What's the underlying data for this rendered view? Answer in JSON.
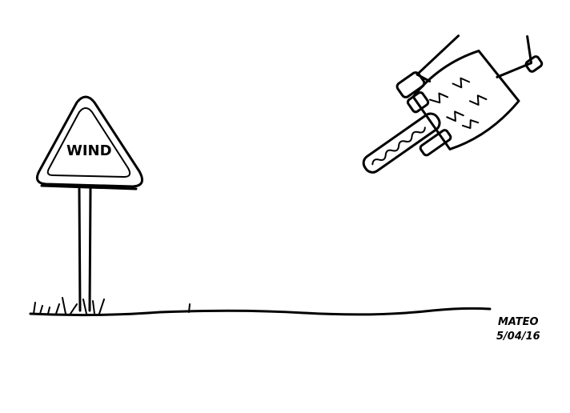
{
  "sign": {
    "text": "WIND"
  },
  "signature": {
    "name": "MATEO",
    "date": "5/04/16"
  },
  "colors": {
    "ink": "#000000",
    "paper": "#ffffff"
  }
}
